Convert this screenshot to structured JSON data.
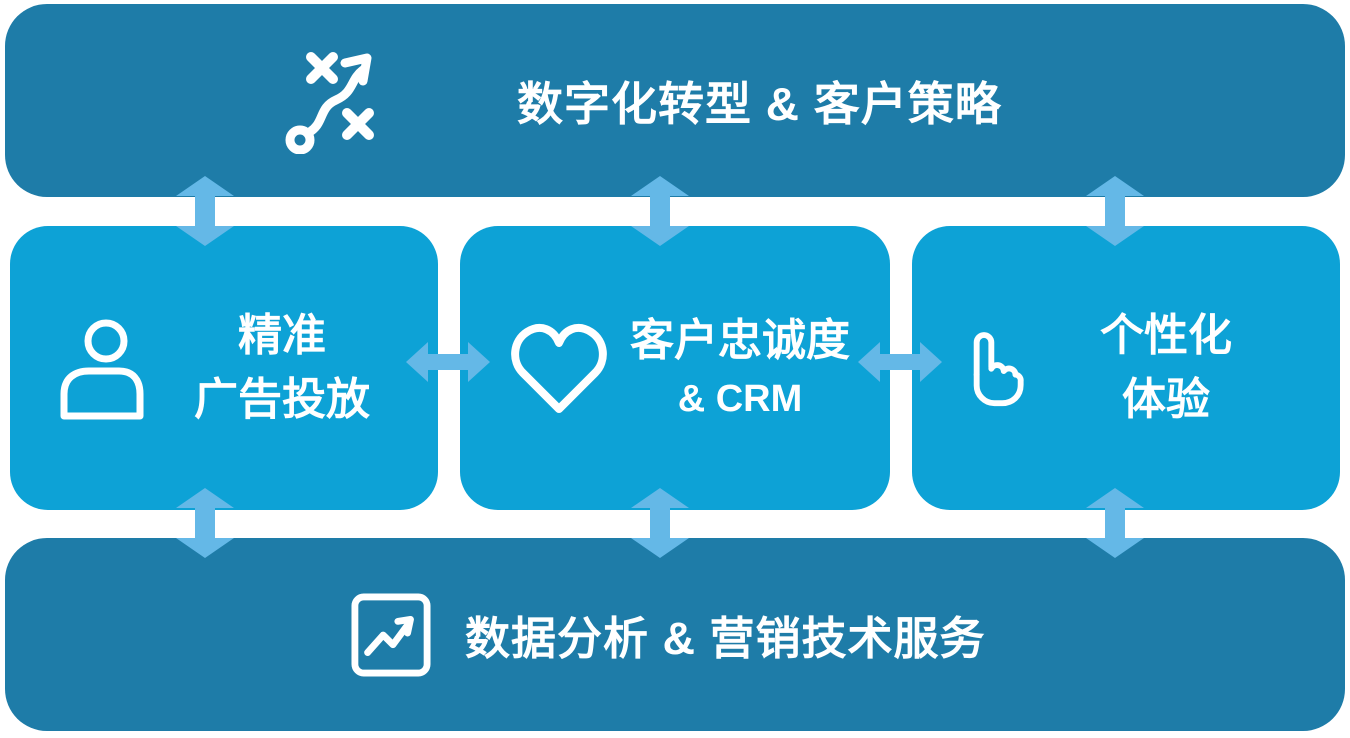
{
  "colors": {
    "background": "#FFFFFF",
    "bar": "#1E7CA8",
    "box": "#0DA2D6",
    "arrow": "#64B8E7",
    "text": "#FFFFFF"
  },
  "top_bar": {
    "icon": "strategy-icon",
    "title": "数字化转型 & 客户策略"
  },
  "middle_boxes": [
    {
      "icon": "person-icon",
      "line1": "精准",
      "line2": "广告投放"
    },
    {
      "icon": "heart-icon",
      "line1": "客户忠诚度",
      "line2": "& CRM"
    },
    {
      "icon": "pointing-hand-icon",
      "line1": "个性化",
      "line2": "体验"
    }
  ],
  "bottom_bar": {
    "icon": "trend-chart-icon",
    "title": "数据分析 & 营销技术服务"
  }
}
